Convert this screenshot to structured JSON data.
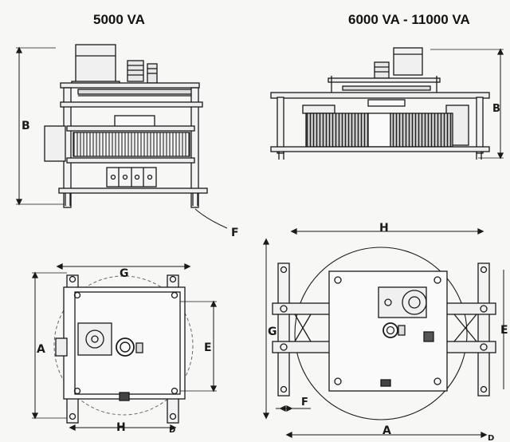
{
  "titles": {
    "left": "5000 VA",
    "right": "6000 VA - 11000 VA"
  },
  "labels": {
    "front_small": {
      "height": "B",
      "foot": "F"
    },
    "front_large": {
      "height": "B"
    },
    "top_small": {
      "width_top": "G",
      "width_bottom": "H",
      "depth": "A",
      "bracket": "E",
      "foot": "D"
    },
    "top_large": {
      "width_top": "H",
      "width_bottom": "A",
      "height_left": "G",
      "height_right": "E",
      "foot": "F",
      "corner": "D"
    }
  },
  "colors": {
    "ink": "#1a1a1a",
    "paper": "#f7f7f5",
    "dash": "#666666"
  }
}
